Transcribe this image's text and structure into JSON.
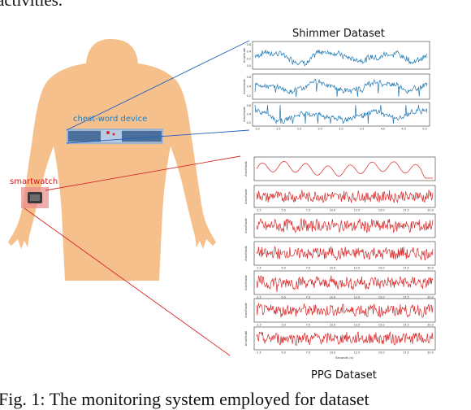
{
  "figure": {
    "top_fragment": "activities.",
    "caption": "Fig. 1: The monitoring system employed for dataset",
    "chest_label": "chest-word device",
    "watch_label": "smartwatch",
    "shimmer": {
      "title": "Shimmer Dataset",
      "panels": [
        {
          "ylabel": "Amplitude",
          "yticks": [
            "0.6",
            "0.4",
            "0.2",
            "0.0"
          ],
          "xticks": []
        },
        {
          "ylabel": "Amplitude",
          "yticks": [
            "0.6",
            "0.4",
            "0.2"
          ],
          "xticks": []
        },
        {
          "ylabel": "Amplitude",
          "yticks": [
            "0.6",
            "0.4",
            "0.2"
          ],
          "xticks": [
            "1.0",
            "1.5",
            "2.0",
            "2.5",
            "3.0",
            "3.5",
            "4.0",
            "4.5",
            "5.0"
          ]
        }
      ]
    },
    "ppg": {
      "title": "PPG Dataset",
      "xlabel": "Seconds (s)",
      "panels": [
        {
          "ylabel": "Amplitude",
          "xticks": []
        },
        {
          "ylabel": "Amplitude",
          "xticks": [
            "2.5",
            "5.0",
            "7.5",
            "10.0",
            "12.5",
            "15.0",
            "17.5",
            "20.0"
          ]
        },
        {
          "ylabel": "Amplitude",
          "xticks": []
        },
        {
          "ylabel": "Amplitude",
          "xticks": [
            "2.5",
            "5.0",
            "7.5",
            "10.0",
            "12.5",
            "15.0",
            "17.5",
            "20.0"
          ]
        },
        {
          "ylabel": "Amplitude",
          "xticks": [
            "2.5",
            "5.0",
            "7.5",
            "10.0",
            "12.5",
            "15.0",
            "17.5",
            "20.0"
          ]
        },
        {
          "ylabel": "Amplitude",
          "xticks": [
            "2.5",
            "5.0",
            "7.5",
            "10.0",
            "12.5",
            "15.0",
            "17.5",
            "20.0"
          ]
        },
        {
          "ylabel": "Amplitude",
          "xticks": [
            "2.5",
            "5.0",
            "7.5",
            "10.0",
            "12.5",
            "15.0",
            "17.5",
            "20.0"
          ]
        }
      ]
    },
    "colors": {
      "body": "#f5c08b",
      "shimmer_line": "#1f77b4",
      "ppg_line": "#d62728",
      "chest_pointer": "#1f5fbf",
      "watch_pointer": "#d62728"
    }
  }
}
